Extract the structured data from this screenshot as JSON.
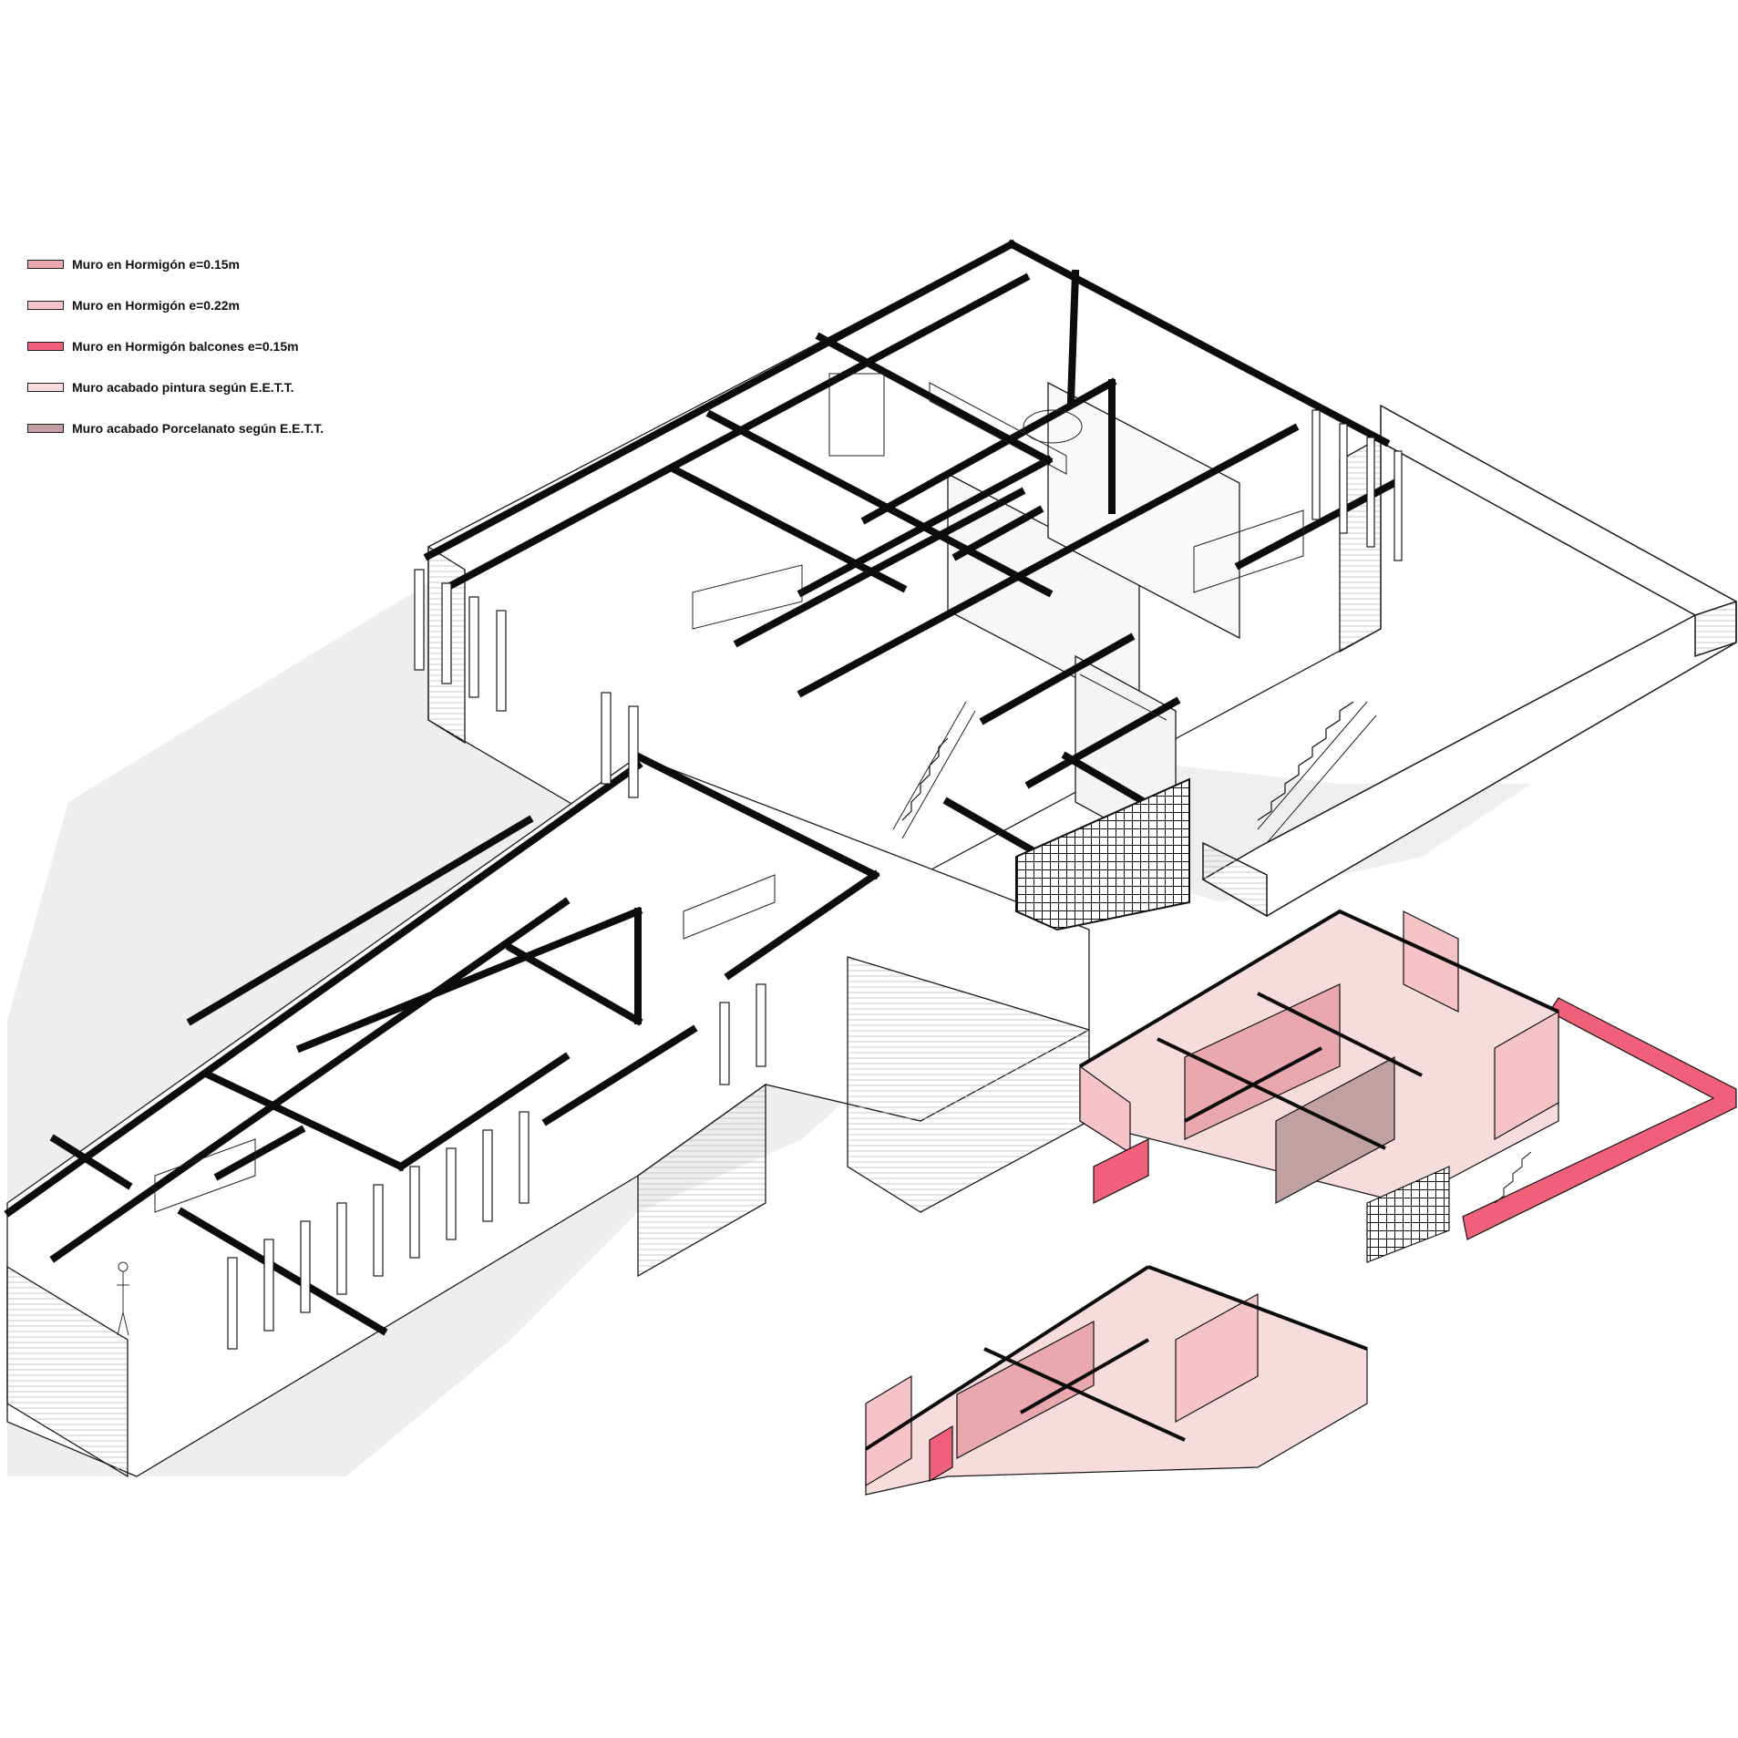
{
  "legend": {
    "items": [
      {
        "label": "Muro en Hormigón e=0.15m",
        "color": "#e8a8ae"
      },
      {
        "label": "Muro en Hormigón e=0.22m",
        "color": "#f6c3c8"
      },
      {
        "label": "Muro en Hormigón balcones e=0.15m",
        "color": "#f0607a"
      },
      {
        "label": "Muro acabado pintura según E.E.T.T.",
        "color": "#f7dcdd"
      },
      {
        "label": "Muro acabado Porcelanato según E.E.T.T.",
        "color": "#c0a0a3"
      }
    ]
  },
  "colors": {
    "wall_cut": "#0c0c0c",
    "line": "#1a1a1a",
    "shadow": "#eeeeee",
    "glass": "#f4f4f4",
    "grille": "#111111"
  }
}
